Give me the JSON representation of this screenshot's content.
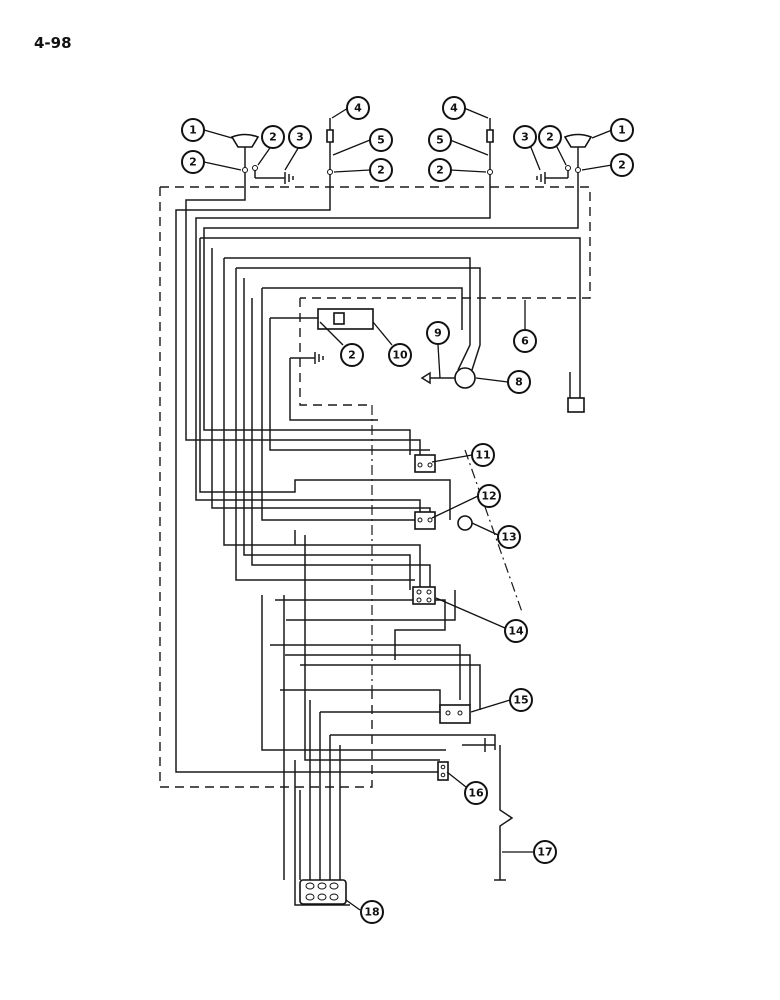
{
  "page": {
    "number": "4-98"
  },
  "callouts": {
    "c1a": "1",
    "c2a": "2",
    "c2b": "2",
    "c3a": "3",
    "c4a": "4",
    "c5a": "5",
    "c2c": "2",
    "c4b": "4",
    "c5b": "5",
    "c2d": "2",
    "c3b": "3",
    "c2e": "2",
    "c1b": "1",
    "c2f": "2",
    "c6": "6",
    "c2g": "2",
    "c10": "10",
    "c9": "9",
    "c8": "8",
    "c11": "11",
    "c12": "12",
    "c13": "13",
    "c14": "14",
    "c15": "15",
    "c16": "16",
    "c17": "17",
    "c18": "18"
  }
}
